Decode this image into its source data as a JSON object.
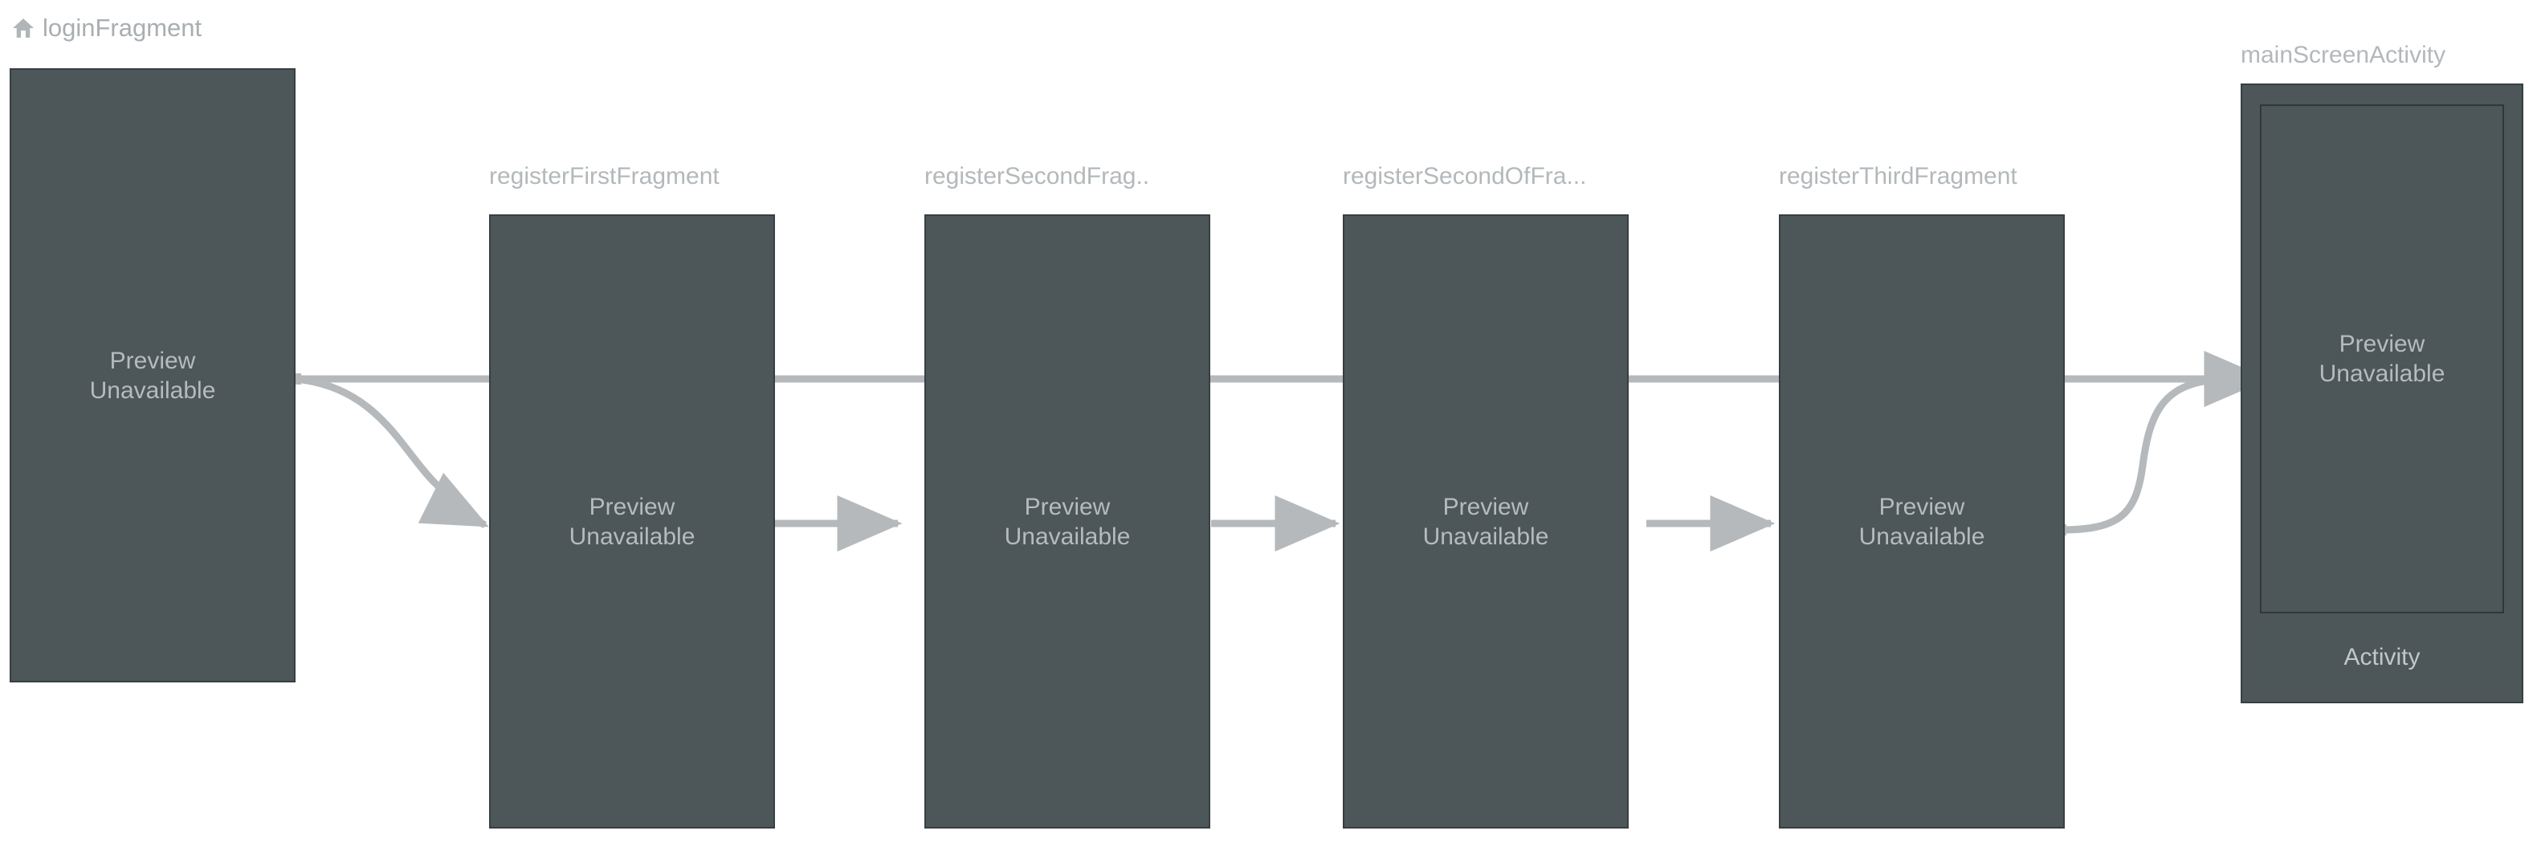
{
  "editor": {
    "name": "navigation-graph-editor",
    "background_color": "#ffffff",
    "node_fill_color": "#4d5659",
    "node_border_color": "#373f42",
    "label_color": "#b3b8bb",
    "preview_text_color": "#b6bbbd",
    "edge_color": "#b5b9bb"
  },
  "start_destination": {
    "label": "loginFragment",
    "icon": "home-icon"
  },
  "nodes": [
    {
      "id": "loginFragment",
      "label": "loginFragment",
      "preview_text": "Preview\nUnavailable",
      "type": "fragment",
      "is_start": true
    },
    {
      "id": "registerFirstFragment",
      "label": "registerFirstFragment",
      "preview_text": "Preview\nUnavailable",
      "type": "fragment",
      "is_start": false
    },
    {
      "id": "registerSecondFragment",
      "label": "registerSecondFrag..",
      "preview_text": "Preview\nUnavailable",
      "type": "fragment",
      "is_start": false
    },
    {
      "id": "registerSecondOfFragment",
      "label": "registerSecondOfFra...",
      "preview_text": "Preview\nUnavailable",
      "type": "fragment",
      "is_start": false
    },
    {
      "id": "registerThirdFragment",
      "label": "registerThirdFragment",
      "preview_text": "Preview\nUnavailable",
      "type": "fragment",
      "is_start": false
    },
    {
      "id": "mainScreenActivity",
      "label": "mainScreenActivity",
      "preview_text": "Preview\nUnavailable",
      "caption": "Activity",
      "type": "activity",
      "is_start": false
    }
  ],
  "edges": [
    {
      "from": "loginFragment",
      "to": "registerFirstFragment",
      "style": "curved"
    },
    {
      "from": "loginFragment",
      "to": "mainScreenActivity",
      "style": "straight"
    },
    {
      "from": "registerFirstFragment",
      "to": "registerSecondFragment",
      "style": "straight"
    },
    {
      "from": "registerSecondFragment",
      "to": "registerSecondOfFragment",
      "style": "straight"
    },
    {
      "from": "registerSecondOfFragment",
      "to": "registerThirdFragment",
      "style": "straight"
    },
    {
      "from": "registerThirdFragment",
      "to": "mainScreenActivity",
      "style": "curved"
    }
  ]
}
